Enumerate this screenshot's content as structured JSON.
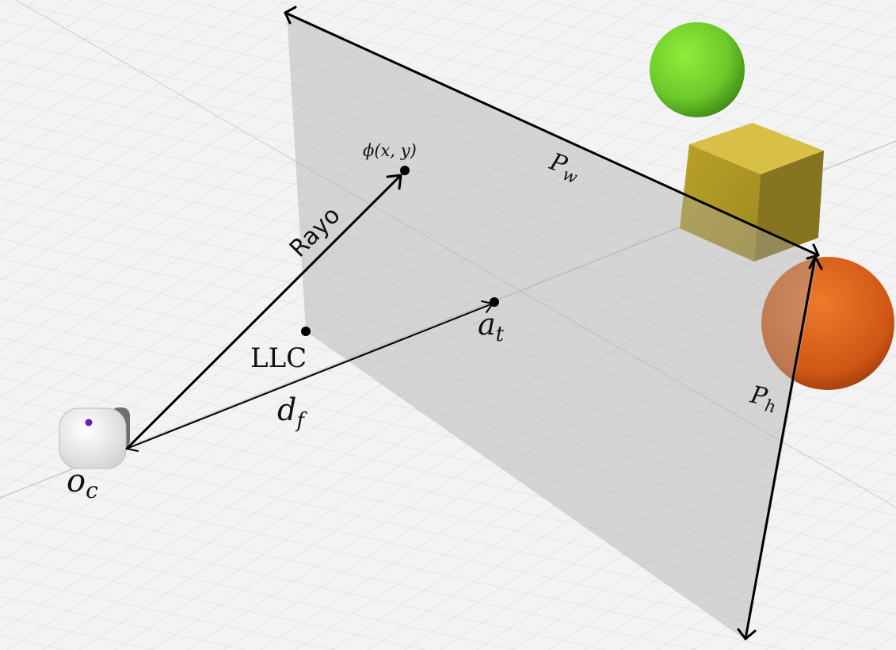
{
  "labels": {
    "ray": "Rayo",
    "pixel_point": "ϕ(x, y)",
    "llc": "LLC",
    "look_at": {
      "base": "a",
      "sub": "t"
    },
    "focal_distance": {
      "base": "d",
      "sub": "f"
    },
    "camera_origin": {
      "base": "o",
      "sub": "c"
    },
    "plane_width": {
      "base": "P",
      "sub": "w"
    },
    "plane_height": {
      "base": "P",
      "sub": "h"
    }
  },
  "colors": {
    "background": "#f3f3f3",
    "grid": "#d9d9d9",
    "plane": "#a9a9a9",
    "arrows": "#000000",
    "sphere_green": "#74d22c",
    "cube_yellow": "#c4a92a",
    "sphere_orange": "#d85f1a",
    "camera_body": "#f4f4f4",
    "camera_dot": "#6a1fb8"
  },
  "objects": [
    "green-sphere",
    "yellow-cube",
    "orange-sphere",
    "camera-robot"
  ]
}
